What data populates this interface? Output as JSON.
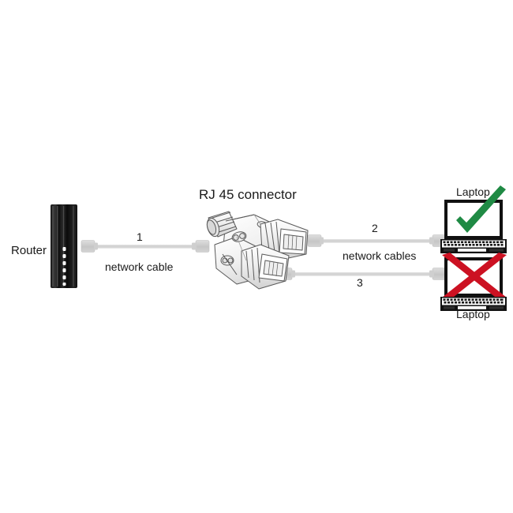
{
  "diagram": {
    "title_visible": false,
    "background_color": "#ffffff",
    "nodes": [
      {
        "id": "router",
        "label": "Router",
        "type": "router-device",
        "label_position": "left",
        "color": "#111111",
        "led_count": 6,
        "led_color": "#ffffff"
      },
      {
        "id": "rj45-splitter",
        "label": "RJ 45 connector",
        "type": "rj45-y-splitter",
        "label_position": "above",
        "color": "#f2f2f2",
        "outline_color": "#4a4a4a",
        "port_count": 3
      },
      {
        "id": "laptop-top",
        "label": "Laptop",
        "type": "laptop-device",
        "label_position": "above",
        "status": "allowed",
        "status_mark": "check",
        "status_color": "#1f8a44"
      },
      {
        "id": "laptop-bottom",
        "label": "Laptop",
        "type": "laptop-device",
        "label_position": "below",
        "status": "not-allowed",
        "status_mark": "cross",
        "status_color": "#cc1122"
      }
    ],
    "cables": [
      {
        "id": "cable-1",
        "number": "1",
        "caption": "network cable",
        "from": "router",
        "to": "rj45-splitter",
        "color": "#d4d4d4"
      },
      {
        "id": "cable-2",
        "number": "2",
        "caption": "network cables",
        "from": "rj45-splitter",
        "to": "laptop-top",
        "color": "#d4d4d4"
      },
      {
        "id": "cable-3",
        "number": "3",
        "caption": "network cables",
        "from": "rj45-splitter",
        "to": "laptop-bottom",
        "color": "#d4d4d4"
      }
    ],
    "labels": {
      "router": "Router",
      "rj45_connector": "RJ 45 connector",
      "network_cable": "network cable",
      "network_cables": "network cables",
      "cable_1": "1",
      "cable_2": "2",
      "cable_3": "3",
      "laptop_top": "Laptop",
      "laptop_bottom": "Laptop"
    },
    "colors": {
      "cable": "#d4d4d4",
      "cable_plug": "#c9c9c9",
      "router_body": "#111111",
      "splitter_fill": "#f4f4f4",
      "splitter_stroke": "#555555",
      "check_green": "#1f8a44",
      "cross_red": "#cc1122",
      "text": "#1a1a1a",
      "laptop_outline": "#111111",
      "laptop_screen": "#ffffff",
      "laptop_keys": "#e8e8e8"
    }
  }
}
